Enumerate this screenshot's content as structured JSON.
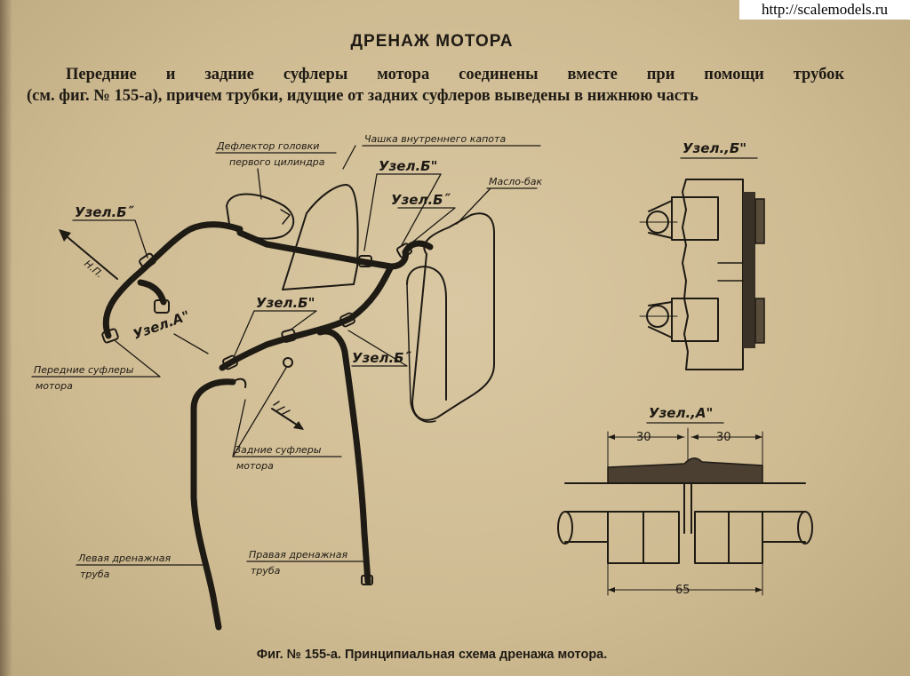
{
  "watermark": "http://scalemodels.ru",
  "heading": "ДРЕНАЖ МОТОРА",
  "paragraph": {
    "line1": "Передние и задние суфлеры мотора соединены вместе при помощи трубок",
    "line2": "(см. фиг. № 155-а), причем трубки, идущие от задних суфлеров выведены в нижнюю часть"
  },
  "labels": {
    "deflector_l1": "Дефлектор головки",
    "deflector_l2": "первого цилиндра",
    "cowl_cup": "Чашка внутреннего капота",
    "oil_tank": "Масло-бак",
    "node_b": "Узел.Б\"",
    "node_b_alt": "Узел.Б˝",
    "node_a": "Узел.А\"",
    "np": "Н.П.",
    "front_l1": "Передние суфлеры",
    "front_l2": "мотора",
    "rear_l1": "Задние суфлеры",
    "rear_l2": "мотора",
    "left_l1": "Левая дренажная",
    "left_l2": "труба",
    "right_l1": "Правая дренажная",
    "right_l2": "труба"
  },
  "detail_b_title": "Узел.,Б\"",
  "detail_a_title": "Узел.,А\"",
  "dimensions": {
    "left": "30",
    "right": "30",
    "total": "65"
  },
  "caption": "Фиг. № 155-а. Принципиальная схема дренажа мотора."
}
